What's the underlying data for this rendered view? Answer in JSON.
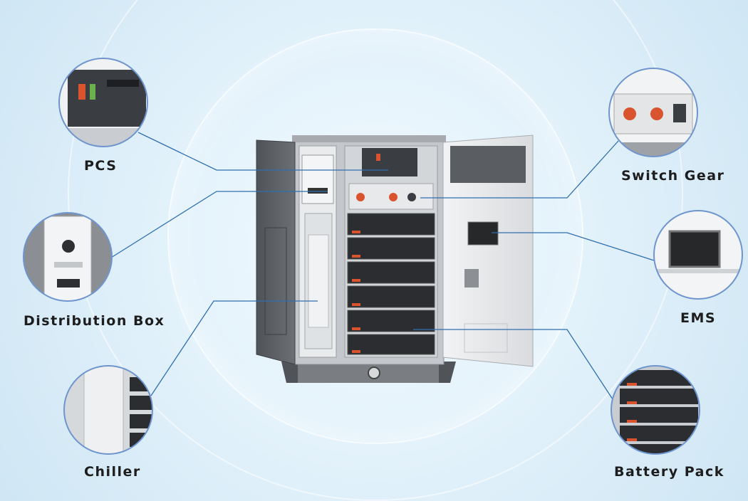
{
  "callouts": [
    {
      "id": "pcs",
      "label": "PCS"
    },
    {
      "id": "distribution-box",
      "label": "Distribution Box"
    },
    {
      "id": "chiller",
      "label": "Chiller"
    },
    {
      "id": "switch-gear",
      "label": "Switch Gear"
    },
    {
      "id": "ems",
      "label": "EMS"
    },
    {
      "id": "battery-pack",
      "label": "Battery Pack"
    }
  ],
  "colors": {
    "line": "#2f6fb0",
    "circle_border": "#6f95cf",
    "cabinet_body": "#bfc2c6",
    "cabinet_door": "#606469",
    "battery": "#2b2d30",
    "accent": "#d9532e"
  }
}
